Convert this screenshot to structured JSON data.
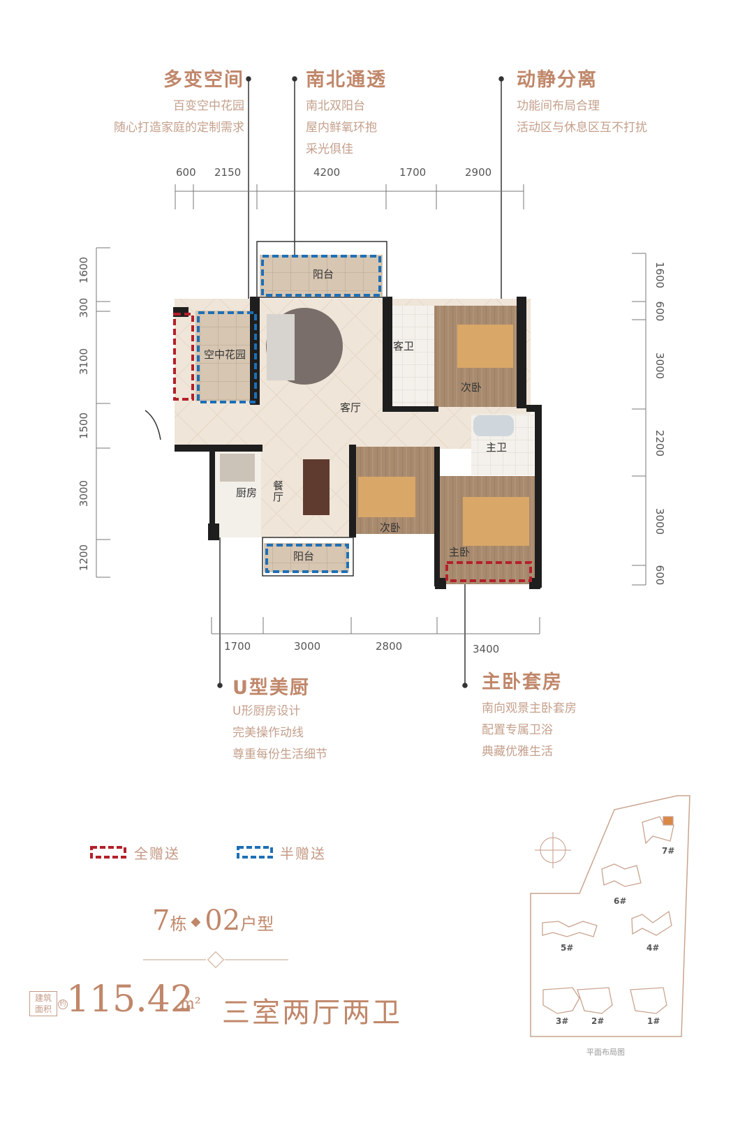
{
  "features": {
    "f1": {
      "title": "多变空间",
      "lines": [
        "百变空中花园",
        "随心打造家庭的定制需求"
      ]
    },
    "f2": {
      "title": "南北通透",
      "lines": [
        "南北双阳台",
        "屋内鲜氧环抱",
        "采光俱佳"
      ]
    },
    "f3": {
      "title": "动静分离",
      "lines": [
        "功能间布局合理",
        "活动区与休息区互不打扰"
      ]
    },
    "f4": {
      "title": "U型美厨",
      "lines": [
        "U形厨房设计",
        "完美操作动线",
        "尊重每份生活细节"
      ]
    },
    "f5": {
      "title": "主卧套房",
      "lines": [
        "南向观景主卧套房",
        "配置专属卫浴",
        "典藏优雅生活"
      ]
    }
  },
  "dims": {
    "top": [
      "600",
      "2150",
      "4200",
      "1700",
      "2900"
    ],
    "bottom": [
      "1700",
      "3000",
      "2800",
      "3400"
    ],
    "left": [
      "1600",
      "300",
      "3100",
      "1500",
      "3000",
      "1200"
    ],
    "right": [
      "1600",
      "600",
      "3000",
      "2200",
      "3000",
      "600"
    ]
  },
  "rooms": {
    "balcony_n": "阳台",
    "sky_garden": "空中花园",
    "guest_bath": "客卫",
    "bed2_n": "次卧",
    "living": "客厅",
    "master_bath": "主卫",
    "kitchen": "厨房",
    "dining": "餐厅",
    "bed3": "次卧",
    "master": "主卧",
    "balcony_s": "阳台"
  },
  "legend": {
    "full": "全赠送",
    "half": "半赠送",
    "full_color": "#b3202a",
    "half_color": "#1e6fb5"
  },
  "unit": {
    "building": "7",
    "building_suffix": "栋",
    "diamond": "◆",
    "type": "02",
    "type_suffix": "户型"
  },
  "area": {
    "label_top": "建筑",
    "label_bottom": "面积",
    "badge": "约",
    "value": "115.42",
    "unit": "m²",
    "layout": "三室两厅两卫"
  },
  "site": {
    "buildings": [
      "7#",
      "6#",
      "5#",
      "4#",
      "3#",
      "2#",
      "1#"
    ],
    "caption": "平面布局图"
  },
  "colors": {
    "accent": "#c0876a",
    "wood": "#a98a6c",
    "marble": "#efe4d6"
  }
}
